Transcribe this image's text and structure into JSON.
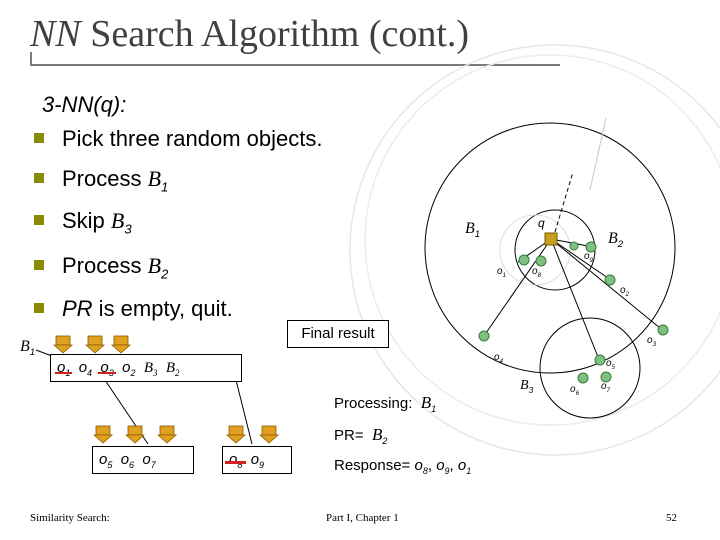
{
  "title": {
    "prefix": "NN",
    "rest": "Search Algorithm (cont.)"
  },
  "heading": "3-NN(q):",
  "bullets": [
    {
      "text": "Pick three random objects."
    },
    {
      "text": "Process ",
      "sym": "B",
      "sub": "1"
    },
    {
      "text": "Skip ",
      "sym": "B",
      "sub": "3"
    },
    {
      "text": "Process ",
      "sym": "B",
      "sub": "2"
    },
    {
      "text": "PR is empty, quit.",
      "italic_part": "PR",
      "rest": " is empty, quit."
    }
  ],
  "tree": {
    "root_label": {
      "sym": "B",
      "sub": "1"
    },
    "root_entries": [
      {
        "sym": "o",
        "sub": "1",
        "struck": true
      },
      {
        "sym": "o",
        "sub": "4"
      },
      {
        "sym": "o",
        "sub": "3",
        "struck": true
      },
      {
        "sym": "o",
        "sub": "2"
      },
      {
        "sym": "B",
        "sub": "3"
      },
      {
        "sym": "B",
        "sub": "2"
      }
    ],
    "left_leaf": [
      {
        "sym": "o",
        "sub": "5"
      },
      {
        "sym": "o",
        "sub": "6"
      },
      {
        "sym": "o",
        "sub": "7"
      }
    ],
    "right_leaf": [
      {
        "sym": "o",
        "sub": "8",
        "struck": true
      },
      {
        "sym": "o",
        "sub": "9"
      }
    ]
  },
  "final_result": "Final result",
  "processing": {
    "label": "Processing:",
    "sym": "B",
    "sub": "1"
  },
  "pr": {
    "label": "PR=",
    "sym": "B",
    "sub": "2"
  },
  "response": {
    "label": "Response=",
    "items": [
      {
        "sym": "o",
        "sub": "8"
      },
      {
        "sym": "o",
        "sub": "9"
      },
      {
        "sym": "o",
        "sub": "1"
      }
    ]
  },
  "space": {
    "q": "q",
    "b1": {
      "sym": "B",
      "sub": "1"
    },
    "b2": {
      "sym": "B",
      "sub": "2"
    },
    "b3": {
      "sym": "B",
      "sub": "3"
    },
    "objects": [
      {
        "sym": "o",
        "sub": "1"
      },
      {
        "sym": "o",
        "sub": "2"
      },
      {
        "sym": "o",
        "sub": "3"
      },
      {
        "sym": "o",
        "sub": "4"
      },
      {
        "sym": "o",
        "sub": "5"
      },
      {
        "sym": "o",
        "sub": "6"
      },
      {
        "sym": "o",
        "sub": "7"
      },
      {
        "sym": "o",
        "sub": "8"
      },
      {
        "sym": "o",
        "sub": "9"
      }
    ]
  },
  "footer": {
    "left": "Similarity Search:",
    "center": "Part I, Chapter 1",
    "page": "52"
  },
  "colors": {
    "bullet": "#8a8a00",
    "object_fill": "#7fbf7f",
    "query_fill": "#c8a020",
    "strike": "#d02020",
    "arrow": "#e0a020"
  }
}
